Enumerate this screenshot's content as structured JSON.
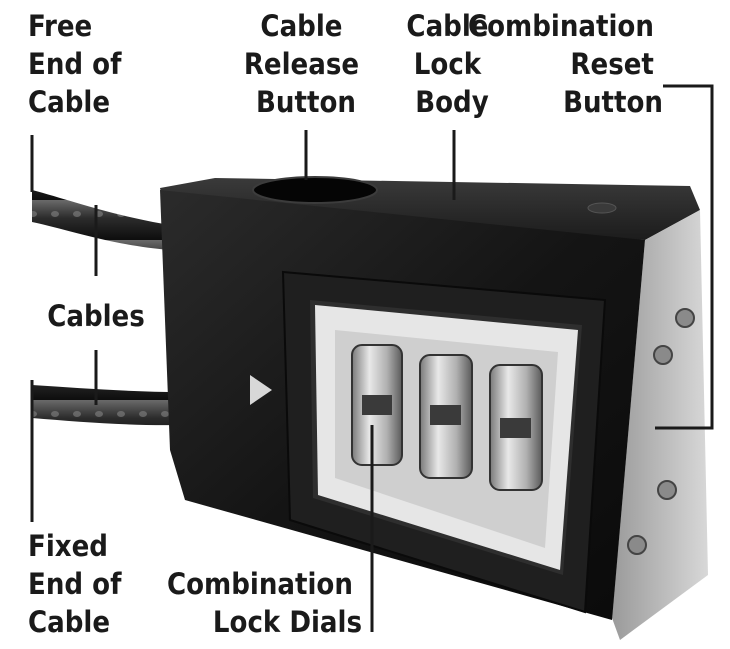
{
  "labels": {
    "free_end": [
      "Free",
      "End of",
      "Cable"
    ],
    "cable_release": [
      "Cable",
      "Release",
      "Button"
    ],
    "lock_body": [
      "Cable",
      "Lock",
      "Body"
    ],
    "reset_button": [
      "Combination",
      "Reset",
      "Button"
    ],
    "cables": [
      "Cables"
    ],
    "fixed_end": [
      "Fixed",
      "End of",
      "Cable"
    ],
    "lock_dials": [
      "Combination",
      "Lock Dials"
    ]
  },
  "colors": {
    "body": "#151515",
    "face": "#e4e4e4",
    "cable": "#2a2a2a",
    "dial_metal": "#b8b8b8",
    "text": "#1a1a1a"
  }
}
